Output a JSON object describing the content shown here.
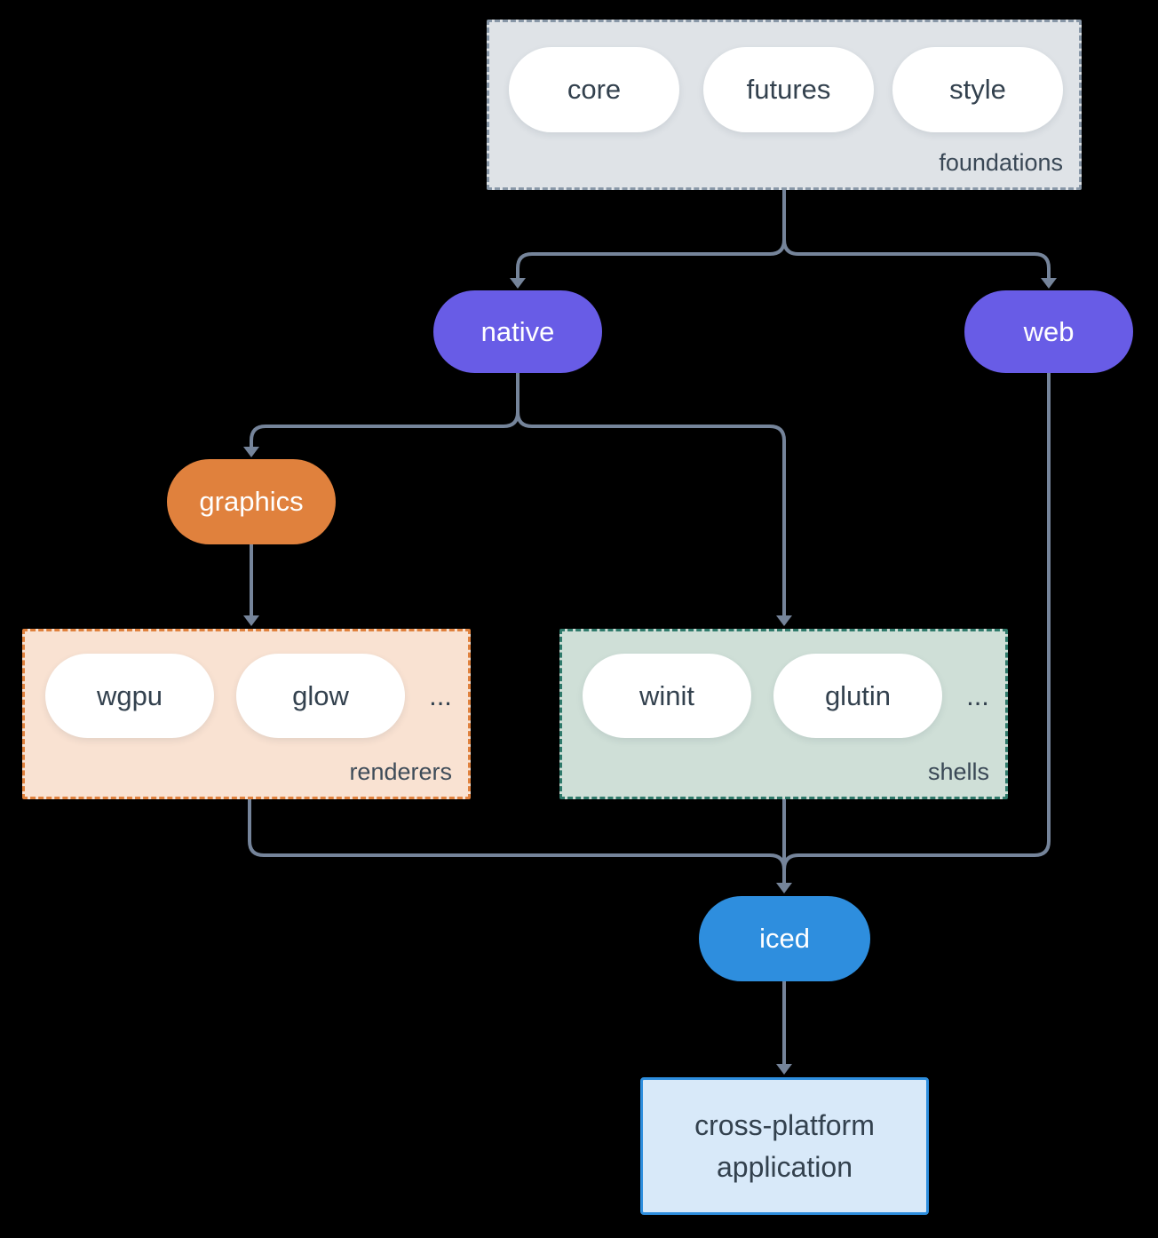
{
  "groups": {
    "foundations": {
      "label": "foundations",
      "pills": [
        "core",
        "futures",
        "style"
      ]
    },
    "renderers": {
      "label": "renderers",
      "pills": [
        "wgpu",
        "glow"
      ],
      "more": "..."
    },
    "shells": {
      "label": "shells",
      "pills": [
        "winit",
        "glutin"
      ],
      "more": "..."
    }
  },
  "nodes": {
    "native": "native",
    "web": "web",
    "graphics": "graphics",
    "iced": "iced",
    "application": "cross-platform application"
  },
  "edges": [
    {
      "from": "foundations",
      "to": "native"
    },
    {
      "from": "foundations",
      "to": "web"
    },
    {
      "from": "native",
      "to": "graphics"
    },
    {
      "from": "native",
      "to": "shells"
    },
    {
      "from": "graphics",
      "to": "renderers"
    },
    {
      "from": "renderers",
      "to": "iced"
    },
    {
      "from": "shells",
      "to": "iced"
    },
    {
      "from": "web",
      "to": "iced"
    },
    {
      "from": "iced",
      "to": "application"
    }
  ],
  "colors": {
    "background": "#000000",
    "connector": "#75849a",
    "node_purple": "#685ce6",
    "node_orange": "#e0813d",
    "node_blue": "#2e8ede",
    "pill_fill": "#ffffff",
    "text_dark": "#33414e",
    "text_light": "#ffffff",
    "foundations_fill": "#dfe3e7",
    "foundations_border": "#8897a7",
    "renderers_fill": "#f9e2d2",
    "renderers_border": "#e0813d",
    "shells_fill": "#cfdfd7",
    "shells_border": "#2f7a6b",
    "application_fill": "#d8e9f9",
    "application_border": "#2e8ede"
  }
}
